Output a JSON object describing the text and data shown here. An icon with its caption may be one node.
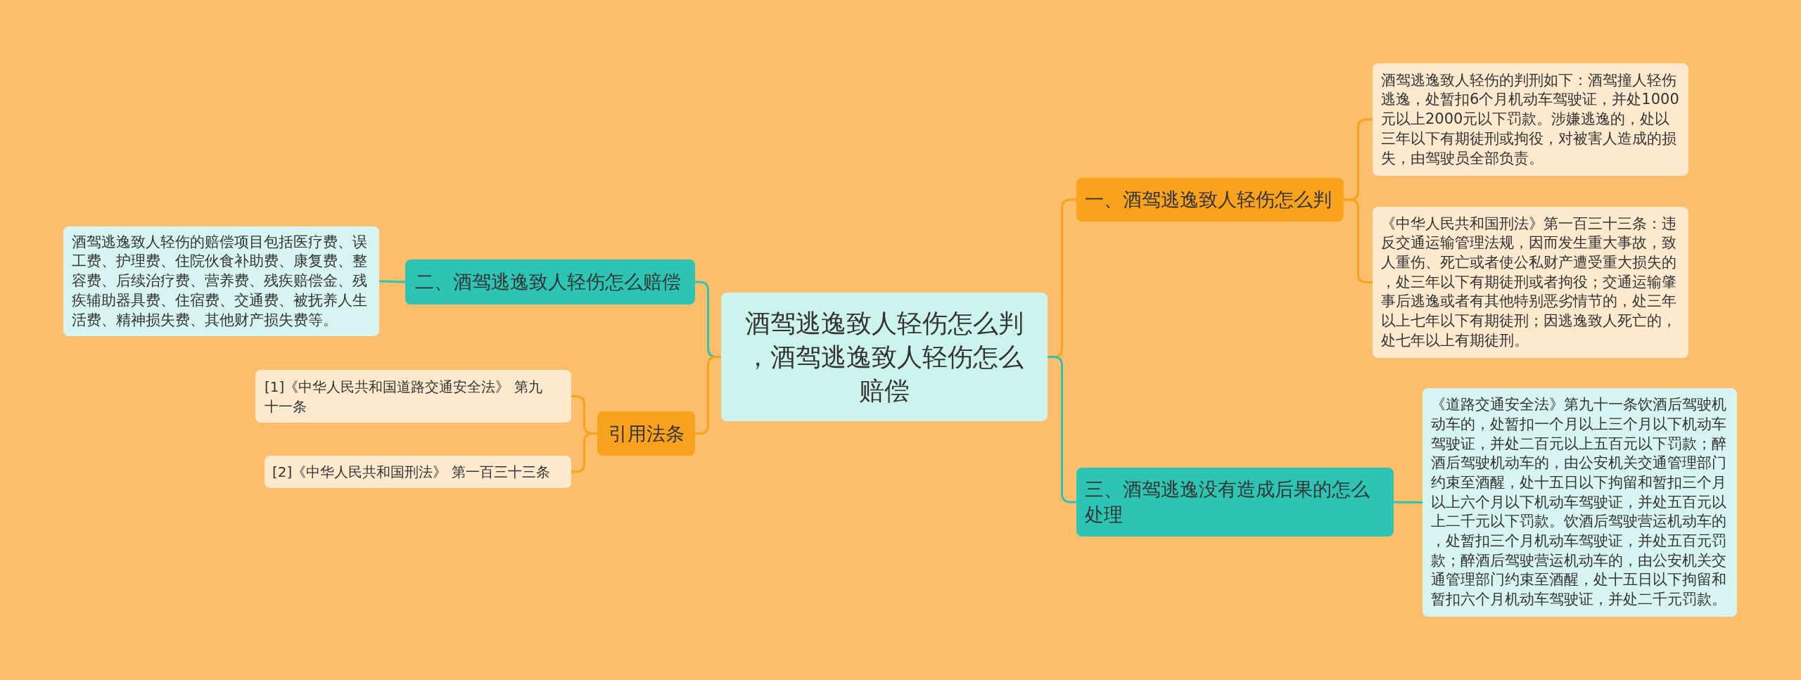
{
  "diagram": {
    "nodes": [
      {
        "text": [
          "酒驾逃逸致人轻伤怎么判，酒驾逃逸致人轻伤怎么赔偿"
        ]
      },
      {
        "text": [
          "一、酒驾逃逸致人轻伤怎么判"
        ]
      },
      {
        "text": [
          "酒驾逃逸致人轻伤的判刑如下：酒驾撞人轻伤逃逸，处暂扣6个月机动车驾驶证，并处1000元以上2000元以下罚款。涉嫌逃逸的，处以三年以下有期徒刑或拘役，对被害人造成的损失，由驾驶员全部负责。"
        ]
      },
      {
        "text": [
          "《中华人民共和国刑法》第一百三十三条：违反交通运输管理法规，因而发生重大事故，致人重伤、死亡或者使公私财产遭受重大损失的，处三年以下有期徒刑或者拘役；交通运输肇事后逃逸或者有其他特别恶劣情节的，处三年以上七年以下有期徒刑；因逃逸致人死亡的，处七年以上有期徒刑。"
        ]
      },
      {
        "text": [
          "二、酒驾逃逸致人轻伤怎么赔偿"
        ]
      },
      {
        "text": [
          "酒驾逃逸致人轻伤的赔偿项目包括医疗费、误工费、护理费、住院伙食补助费、康复费、整容费、后续治疗费、营养费、残疾赔偿金、残疾辅助器具费、住宿费、交通费、被抚养人生活费、精神损失费、其他财产损失费等。"
        ]
      },
      {
        "text": [
          "引用法条"
        ]
      },
      {
        "text": [
          "[1]《中华人民共和国道路交通安全法》 第九十一条"
        ]
      },
      {
        "text": [
          "[2]《中华人民共和国刑法》 第一百三十三条"
        ]
      },
      {
        "text": [
          "三、酒驾逃逸没有造成后果的怎么处理"
        ]
      },
      {
        "text": [
          "《道路交通安全法》第九十一条饮酒后驾驶机动车的，处暂扣一个月以上三个月以下机动车驾驶证，并处二百元以上五百元以下罚款；醉酒后驾驶机动车的，由公安机关交通管理部门约束至酒醒，处十五日以下拘留和暂扣三个月以上六个月以下机动车驾驶证，并处五百元以上二千元以下罚款。饮酒后驾驶营运机动车的，处暂扣三个月机动车驾驶证，并处五百元罚款；醉酒后驾驶营运机动车的，由公安机关交通管理部门约束至酒醒，处十五日以下拘留和暂扣六个月机动车驾驶证，并处二千元罚款。"
        ]
      }
    ],
    "edges": [
      {
        "from": 0,
        "to": 1,
        "arrow": "none"
      },
      {
        "from": 1,
        "to": 2,
        "arrow": "none"
      },
      {
        "from": 1,
        "to": 3,
        "arrow": "none"
      },
      {
        "from": 0,
        "to": 4,
        "arrow": "none",
        "color": "#2dc4b4"
      },
      {
        "from": 4,
        "to": 5,
        "arrow": "none",
        "color": "#2dc4b4"
      },
      {
        "from": 0,
        "to": 6,
        "arrow": "none"
      },
      {
        "from": 6,
        "to": 7,
        "arrow": "none"
      },
      {
        "from": 6,
        "to": 8,
        "arrow": "none"
      },
      {
        "from": 0,
        "to": 9,
        "arrow": "none",
        "color": "#2dc4b4"
      },
      {
        "from": 9,
        "to": 10,
        "arrow": "none",
        "color": "#2dc4b4"
      }
    ]
  }
}
